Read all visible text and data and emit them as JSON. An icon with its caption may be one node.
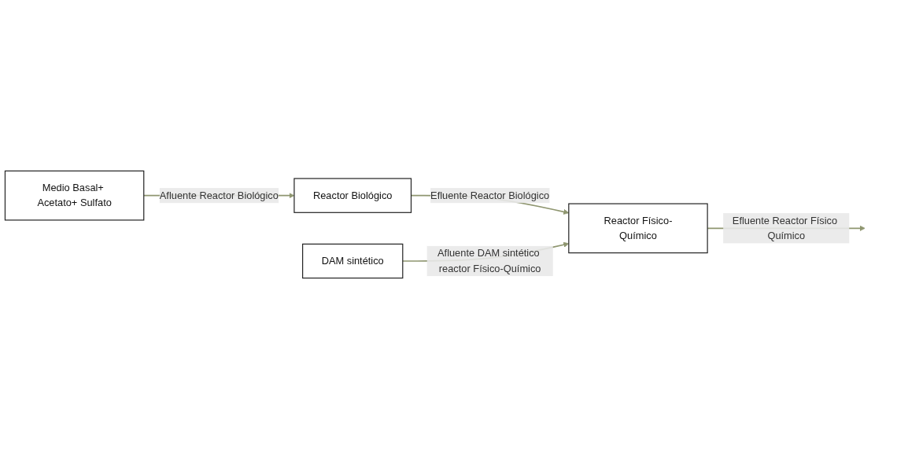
{
  "diagram": {
    "nodes": [
      {
        "text": [
          "Medio Basal+ Acetato+ Sulfato"
        ]
      },
      {
        "text": [
          "Reactor Biológico"
        ]
      },
      {
        "text": [
          "Reactor Físico-Químico"
        ]
      },
      {
        "text": [
          "DAM sintético"
        ]
      }
    ],
    "edges": [
      {
        "from": 0,
        "to": 1,
        "arrow": "to",
        "label": "Afluente Reactor Biológico"
      },
      {
        "from": 1,
        "to": 2,
        "arrow": "to",
        "label": "Efluente Reactor Biológico"
      },
      {
        "from": 2,
        "to": null,
        "arrow": "to",
        "label": "Efluente Reactor Físico Químico"
      },
      {
        "from": 3,
        "to": 2,
        "arrow": "to",
        "label": "Afluente DAM sintético reactor Físico-Químico"
      }
    ]
  }
}
